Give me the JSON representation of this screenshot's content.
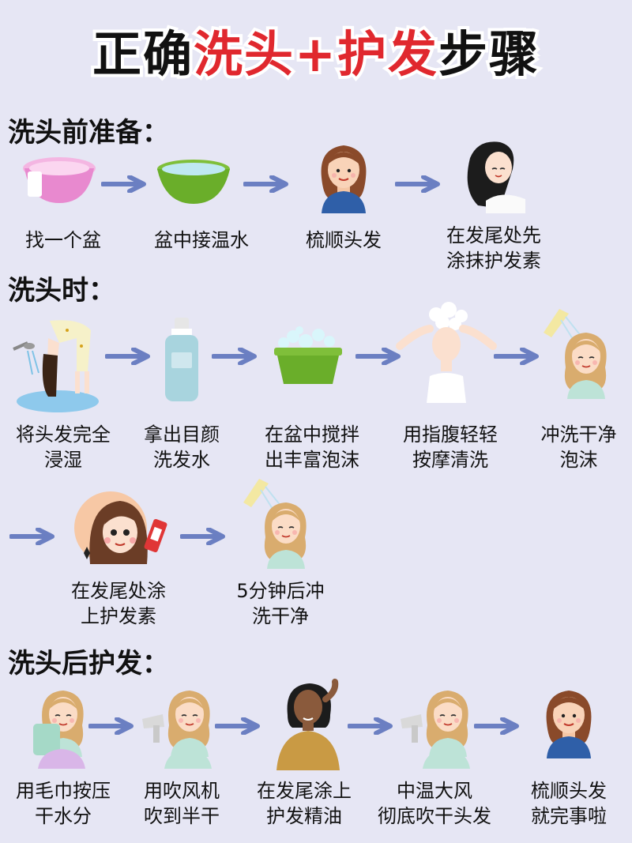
{
  "title": {
    "part1": "正确",
    "part2": "洗头+护发",
    "part3": "步骤"
  },
  "colors": {
    "background": "#e6e6f4",
    "accent_red": "#e0282e",
    "arrow": "#6b7fc2"
  },
  "sections": {
    "before": {
      "heading": "洗头前准备：",
      "steps": [
        {
          "icon": "pink-basin-icon",
          "line1": "找一个盆",
          "line2": ""
        },
        {
          "icon": "green-basin-water-icon",
          "line1": "盆中接温水",
          "line2": ""
        },
        {
          "icon": "combing-girl-icon",
          "line1": "梳顺头发",
          "line2": ""
        },
        {
          "icon": "hair-ends-girl-icon",
          "line1": "在发尾处先",
          "line2": "涂抹护发素"
        }
      ]
    },
    "during": {
      "heading": "洗头时：",
      "steps": [
        {
          "icon": "wet-hair-shower-icon",
          "line1": "将头发完全",
          "line2": "浸湿"
        },
        {
          "icon": "shampoo-bottle-icon",
          "line1": "拿出目颜",
          "line2": "洗发水"
        },
        {
          "icon": "foam-basin-icon",
          "line1": "在盆中搅拌",
          "line2": "出丰富泡沫"
        },
        {
          "icon": "massage-scalp-icon",
          "line1": "用指腹轻轻",
          "line2": "按摩清洗"
        },
        {
          "icon": "rinse-shower-icon",
          "line1": "冲洗干净",
          "line2": "泡沫"
        },
        {
          "icon": "conditioner-girl-icon",
          "line1": "在发尾处涂",
          "line2": "上护发素"
        },
        {
          "icon": "rinse-shower-icon",
          "line1": "5分钟后冲",
          "line2": "洗干净"
        }
      ]
    },
    "after": {
      "heading": "洗头后护发：",
      "steps": [
        {
          "icon": "towel-girl-icon",
          "line1": "用毛巾按压",
          "line2": "干水分"
        },
        {
          "icon": "hair-dryer-girl-icon",
          "line1": "用吹风机",
          "line2": "吹到半干"
        },
        {
          "icon": "hair-oil-girl-icon",
          "line1": "在发尾涂上",
          "line2": "护发精油"
        },
        {
          "icon": "hair-dryer-girl-icon",
          "line1": "中温大风",
          "line2": "彻底吹干头发"
        },
        {
          "icon": "combing-girl-icon",
          "line1": "梳顺头发",
          "line2": "就完事啦"
        }
      ]
    }
  }
}
